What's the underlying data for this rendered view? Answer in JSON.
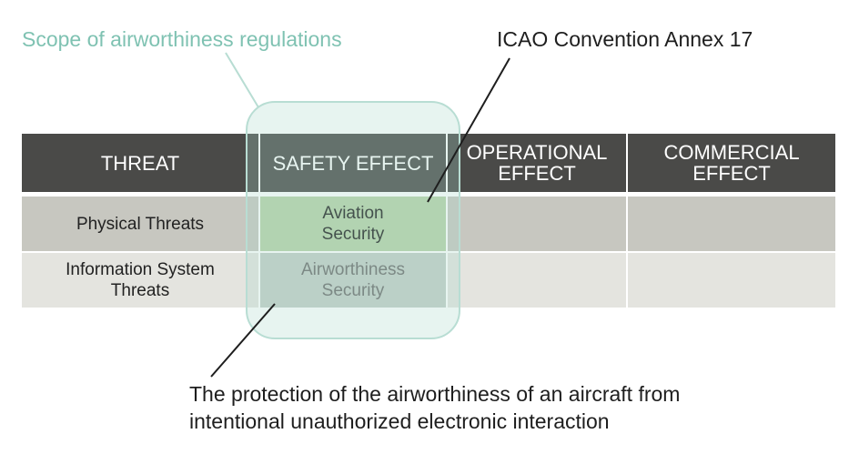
{
  "labels": {
    "scope": "Scope of airworthiness regulations",
    "annex": "ICAO Convention Annex 17",
    "note_line1": "The protection of the airworthiness of an aircraft from",
    "note_line2": "intentional unauthorized electronic interaction"
  },
  "table": {
    "headers": {
      "threat": "THREAT",
      "safety": "SAFETY EFFECT",
      "operational": [
        "OPERATIONAL",
        "EFFECT"
      ],
      "commercial": [
        "COMMERCIAL",
        "EFFECT"
      ]
    },
    "rows": [
      {
        "threat": [
          "Physical Threats"
        ],
        "safety": [
          "Aviation",
          "Security"
        ]
      },
      {
        "threat": [
          "Information System",
          "Threats"
        ],
        "safety": [
          "Airworthiness",
          "Security"
        ]
      }
    ]
  },
  "colors": {
    "header_bg": "#4a4a48",
    "scope_accent": "#7fc2b2",
    "aviation_security": "#b6d2a8",
    "airworthiness_security": "#c3cdc7"
  }
}
